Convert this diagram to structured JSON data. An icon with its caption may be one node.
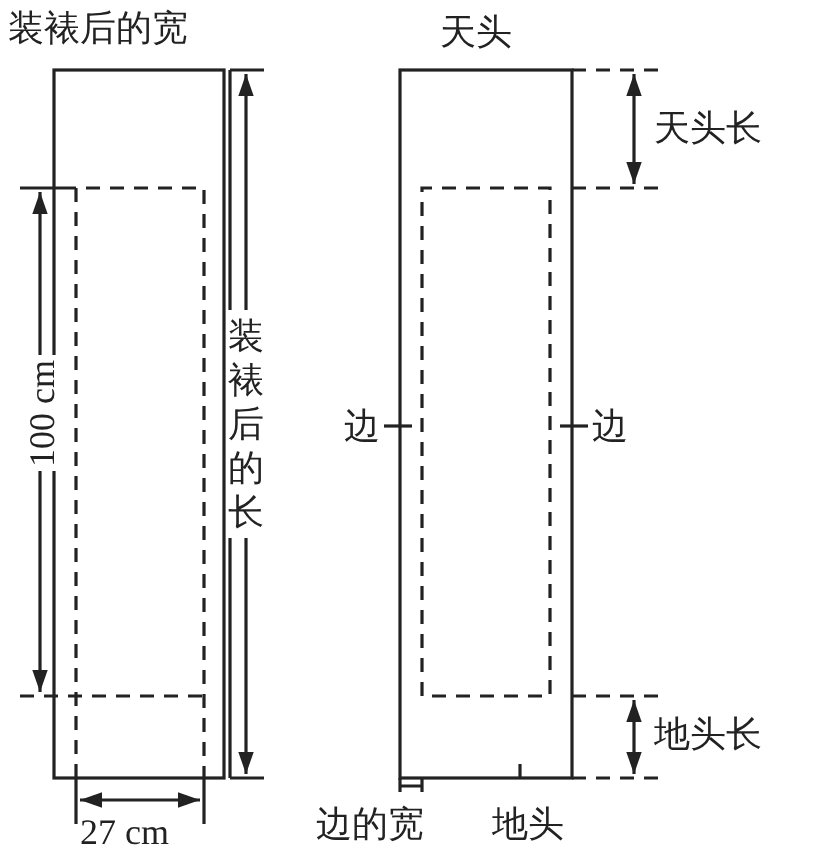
{
  "diagram": {
    "labels": [
      "装裱后的宽",
      "天头",
      "天头长",
      "100 cm",
      "装裱后的长",
      "边",
      "边",
      "地头长",
      "27 cm",
      "边的宽",
      "地头"
    ]
  }
}
